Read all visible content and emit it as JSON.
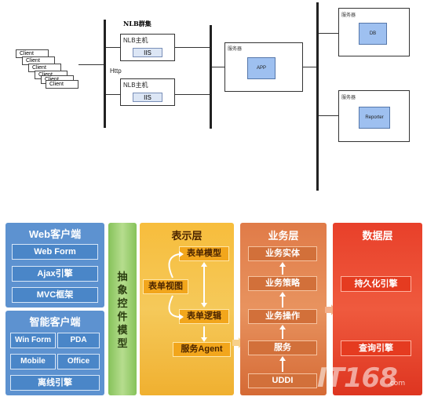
{
  "top": {
    "nlb_cluster_label": "NLB群集",
    "http_label": "Http",
    "clients": [
      "Client",
      "Client",
      "Client",
      "Client",
      "Client",
      "Client"
    ],
    "nlb_hosts": [
      {
        "label": "NLB主机",
        "iis": "IIS"
      },
      {
        "label": "NLB主机",
        "iis": "IIS"
      }
    ],
    "servers": [
      {
        "label": "服务器",
        "box": "APP"
      },
      {
        "label": "服务器",
        "box": "DB"
      },
      {
        "label": "服务器",
        "box": "Reporter"
      }
    ]
  },
  "bottom": {
    "web_client": {
      "title": "Web客户端",
      "items": [
        "Web Form",
        "Ajax引擎",
        "MVC框架"
      ]
    },
    "smart_client": {
      "title": "智能客户端",
      "items": [
        "Win Form",
        "PDA",
        "Mobile",
        "Office"
      ],
      "offline": "离线引擎"
    },
    "abstract_model": {
      "chars": [
        "抽",
        "象",
        "控",
        "件",
        "模",
        "型"
      ]
    },
    "presentation": {
      "title": "表示层",
      "form_model": "表单模型",
      "form_view": "表单视图",
      "form_logic": "表单逻辑",
      "service_agent": "服务Agent"
    },
    "business": {
      "title": "业务层",
      "items": [
        "业务实体",
        "业务策略",
        "业务操作",
        "服务",
        "UDDI"
      ]
    },
    "data": {
      "title": "数据层",
      "persistence": "持久化引擎",
      "query": "查询引擎"
    },
    "watermark": "IT168",
    "watermark_sub": ".com"
  }
}
